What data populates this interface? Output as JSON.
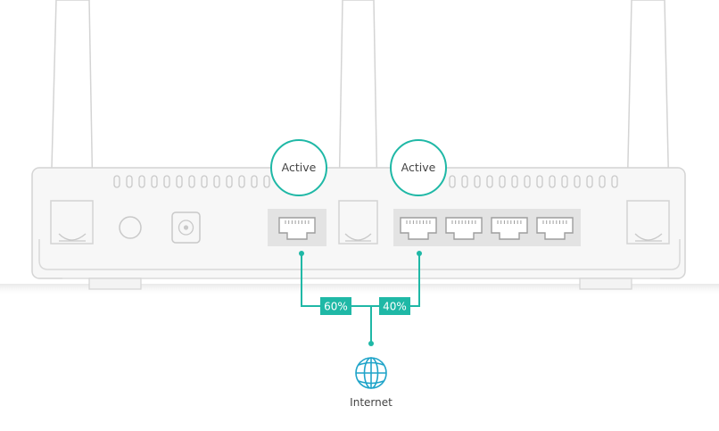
{
  "port_status": {
    "wan_status": "Active",
    "lan_status": "Active"
  },
  "link_split": {
    "wan_share_label": "60%",
    "lan_share_label": "40%",
    "wan_share_value": 60,
    "lan_share_value": 40
  },
  "internet": {
    "label": "Internet",
    "icon": "globe-icon"
  },
  "colors": {
    "accent": "#1fb8a6",
    "outline": "#d4d4d4",
    "body_fill": "#f7f7f7",
    "port_fill": "#e3e3e3",
    "text": "#444444"
  }
}
